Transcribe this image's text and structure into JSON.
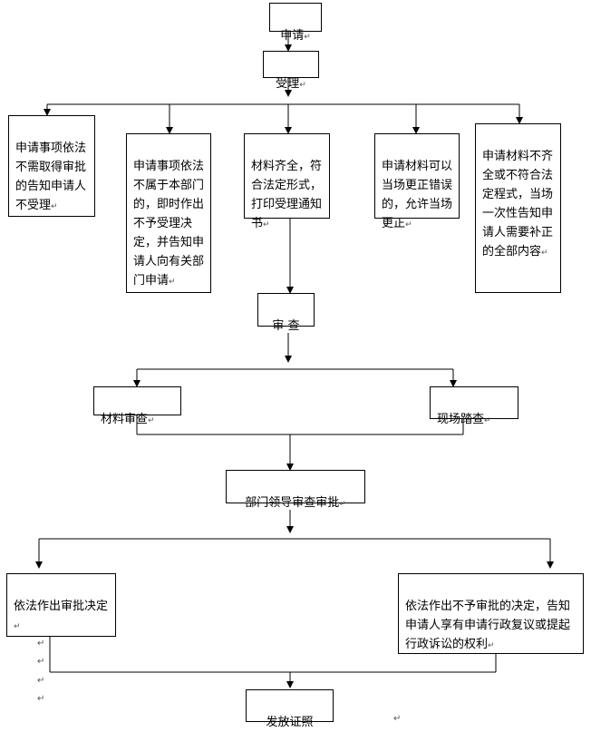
{
  "nodes": {
    "apply": "申请",
    "accept": "受理",
    "no_approval": "申请事项依法不需取得审批的告知申请人不受理",
    "not_in_dept": "申请事项依法不属于本部门的，即时作出不予受理决定，并告知申请人向有关部门申请",
    "materials_complete": "材料齐全，符合法定形式，打印受理通知书",
    "errors_correct": "申请材料可以当场更正错误的，允许当场更正",
    "materials_incomplete": "申请材料不齐全或不符合法定程式，当场一次性告知申请人需要补正的全部内容",
    "review": "审 查",
    "material_review": "材料审查",
    "site_inspection": "现场踏查",
    "leader_approval": "部门领导审查审批",
    "approve_decision": "依法作出审批决定",
    "reject_decision": "依法作出不予审批的决定，告知申请人享有申请行政复议或提起行政诉讼的权利",
    "issue_license": "发放证照"
  },
  "paragraph_mark": "↵"
}
